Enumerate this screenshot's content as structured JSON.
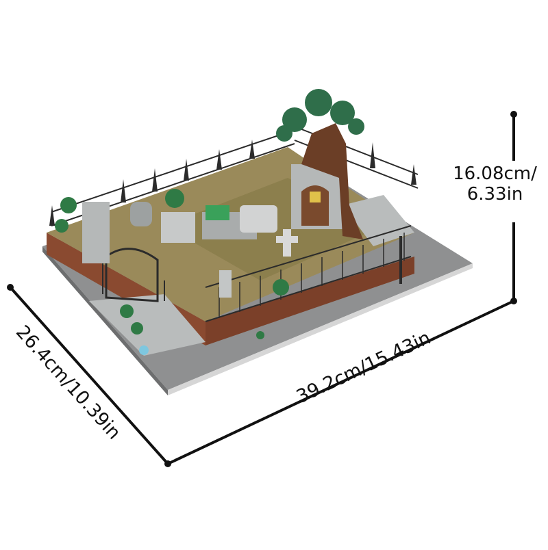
{
  "product": {
    "subject": "brick-built graveyard diorama with iron fence, tombstones, crypt and gnarled tree"
  },
  "dimensions": {
    "height": {
      "cm": "16.08cm/",
      "in": "6.33in"
    },
    "width": {
      "label": "39.2cm/15.43in"
    },
    "depth": {
      "label": "26.4cm/10.39in"
    }
  },
  "colors": {
    "line": "#111111",
    "baseplate": "#8f9091",
    "brick": "#8a4a30",
    "fence": "#2b2b2b",
    "foliage": "#2f7a45",
    "ground": "#9a8a5a",
    "stone": "#b9bcbc",
    "tree": "#6b3e26"
  }
}
